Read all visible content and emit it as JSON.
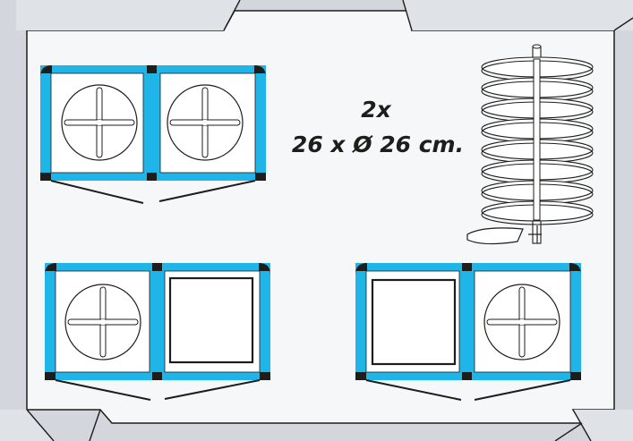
{
  "spec": {
    "quantity": "2x",
    "dimensions": "26 x Ø 26 cm."
  },
  "colors": {
    "frame": "#cfd2d9",
    "panel": "#f6f7f9",
    "accent": "#1fb5e8",
    "line": "#1d1d1b"
  },
  "icons": {
    "configuration_1": "two-round-trays-cabinet",
    "configuration_2": "round-and-square-trays-cabinet",
    "configuration_3": "square-and-round-trays-cabinet",
    "carousel": "rotating-carousel-icon"
  }
}
